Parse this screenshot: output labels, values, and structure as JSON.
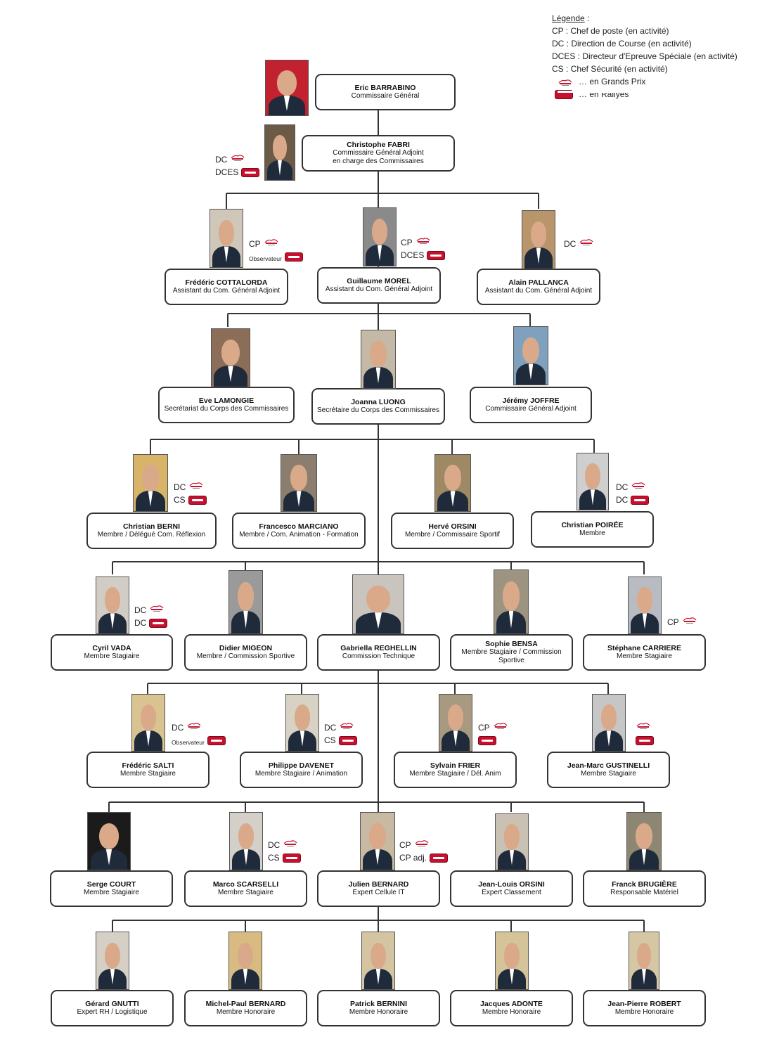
{
  "legend": {
    "title": "Légende",
    "colon": ":",
    "items": [
      "CP : Chef de poste (en activité)",
      "DC : Direction de Course (en activité)",
      "DCES : Directeur d'Epreuve Spéciale (en activité)",
      "CS : Chef Sécurité (en activité)"
    ],
    "grand_prix": "… en Grands Prix",
    "rallyes": "… en Rallyes"
  },
  "colors": {
    "line": "#333333",
    "rallye_badge": "#c8102e",
    "grand_prix_logo": "#c8102e"
  },
  "people": [
    {
      "name": "Eric BARRABINO",
      "role": [
        "Commissaire Général"
      ],
      "tags": []
    },
    {
      "name": "Christophe FABRI",
      "role": [
        "Commissaire Général Adjoint",
        "en charge des Commissaires"
      ],
      "tags": [
        {
          "text": "DC",
          "badge": "grand-prix"
        },
        {
          "text": "DCES",
          "badge": "rallye"
        }
      ]
    },
    {
      "name": "Frédéric COTTALORDA",
      "role": [
        "Assistant du Com. Général Adjoint"
      ],
      "tags": [
        {
          "text": "CP",
          "badge": "grand-prix"
        },
        {
          "text": "Observateur",
          "badge": "rallye",
          "small": true
        }
      ]
    },
    {
      "name": "Guillaume MOREL",
      "role": [
        "Assistant du Com. Général Adjoint"
      ],
      "tags": [
        {
          "text": "CP",
          "badge": "grand-prix"
        },
        {
          "text": "DCES",
          "badge": "rallye"
        }
      ]
    },
    {
      "name": "Alain PALLANCA",
      "role": [
        "Assistant du Com. Général Adjoint"
      ],
      "tags": [
        {
          "text": "DC",
          "badge": "grand-prix"
        }
      ]
    },
    {
      "name": "Eve LAMONGIE",
      "role": [
        "Secrétariat du Corps des Commissaires"
      ],
      "tags": []
    },
    {
      "name": "Joanna LUONG",
      "role": [
        "Secrétaire du Corps des Commissaires"
      ],
      "tags": []
    },
    {
      "name": "Jérémy JOFFRE",
      "role": [
        "Commissaire Général Adjoint"
      ],
      "tags": []
    },
    {
      "name": "Christian BERNI",
      "role": [
        "Membre / Délégué Com. Réflexion"
      ],
      "tags": [
        {
          "text": "DC",
          "badge": "grand-prix"
        },
        {
          "text": "CS",
          "badge": "rallye"
        }
      ]
    },
    {
      "name": "Francesco MARCIANO",
      "role": [
        "Membre / Com. Animation - Formation"
      ],
      "tags": []
    },
    {
      "name": "Hervé ORSINI",
      "role": [
        "Membre / Commissaire Sportif"
      ],
      "tags": []
    },
    {
      "name": "Christian POIRÉE",
      "role": [
        "Membre"
      ],
      "tags": [
        {
          "text": "DC",
          "badge": "grand-prix"
        },
        {
          "text": "DC",
          "badge": "rallye"
        }
      ]
    },
    {
      "name": "Cyril VADA",
      "role": [
        "Membre Stagiaire"
      ],
      "tags": [
        {
          "text": "DC",
          "badge": "grand-prix"
        },
        {
          "text": "DC",
          "badge": "rallye"
        }
      ]
    },
    {
      "name": "Didier MIGEON",
      "role": [
        "Membre / Commission Sportive"
      ],
      "tags": []
    },
    {
      "name": "Gabriella REGHELLIN",
      "role": [
        "Commission Technique"
      ],
      "tags": []
    },
    {
      "name": "Sophie BENSA",
      "role": [
        "Membre Stagiaire / Commission",
        "Sportive"
      ],
      "tags": []
    },
    {
      "name": "Stéphane CARRIERE",
      "role": [
        "Membre Stagiaire"
      ],
      "tags": [
        {
          "text": "CP",
          "badge": "grand-prix"
        }
      ]
    },
    {
      "name": "Frédéric SALTI",
      "role": [
        "Membre Stagiaire"
      ],
      "tags": [
        {
          "text": "DC",
          "badge": "grand-prix"
        },
        {
          "text": "Observateur",
          "badge": "rallye",
          "small": true
        }
      ]
    },
    {
      "name": "Philippe DAVENET",
      "role": [
        "Membre Stagiaire / Animation"
      ],
      "tags": [
        {
          "text": "DC",
          "badge": "grand-prix"
        },
        {
          "text": "CS",
          "badge": "rallye"
        }
      ]
    },
    {
      "name": "Sylvain FRIER",
      "role": [
        "Membre Stagiaire / Dél. Anim"
      ],
      "tags": [
        {
          "text": "CP",
          "badge": "grand-prix"
        },
        {
          "text": "",
          "badge": "rallye"
        }
      ]
    },
    {
      "name": "Jean-Marc GUSTINELLI",
      "role": [
        "Membre Stagiaire"
      ],
      "tags": [
        {
          "text": "",
          "badge": "grand-prix"
        },
        {
          "text": "",
          "badge": "rallye"
        }
      ]
    },
    {
      "name": "Serge COURT",
      "role": [
        "Membre Stagiaire"
      ],
      "tags": []
    },
    {
      "name": "Marco SCARSELLI",
      "role": [
        "Membre Stagiaire"
      ],
      "tags": [
        {
          "text": "DC",
          "badge": "grand-prix"
        },
        {
          "text": "CS",
          "badge": "rallye"
        }
      ]
    },
    {
      "name": "Julien BERNARD",
      "role": [
        "Expert Cellule IT"
      ],
      "tags": [
        {
          "text": "CP",
          "badge": "grand-prix"
        },
        {
          "text": "CP adj.",
          "badge": "rallye"
        }
      ]
    },
    {
      "name": "Jean-Louis ORSINI",
      "role": [
        "Expert Classement"
      ],
      "tags": []
    },
    {
      "name": "Franck BRUGIÈRE",
      "role": [
        "Responsable Matériel"
      ],
      "tags": []
    },
    {
      "name": "Gérard GNUTTI",
      "role": [
        "Expert RH / Logistique"
      ],
      "tags": []
    },
    {
      "name": "Michel-Paul BERNARD",
      "role": [
        "Membre Honoraire"
      ],
      "tags": []
    },
    {
      "name": "Patrick BERNINI",
      "role": [
        "Membre Honoraire"
      ],
      "tags": []
    },
    {
      "name": "Jacques ADONTE",
      "role": [
        "Membre Honoraire"
      ],
      "tags": []
    },
    {
      "name": "Jean-Pierre ROBERT",
      "role": [
        "Membre Honoraire"
      ],
      "tags": []
    }
  ]
}
